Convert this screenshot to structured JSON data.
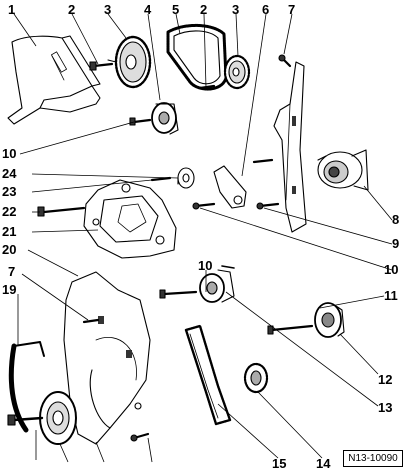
{
  "diagram": {
    "callouts": [
      {
        "id": "c1",
        "label": "1"
      },
      {
        "id": "c2a",
        "label": "2"
      },
      {
        "id": "c3a",
        "label": "3"
      },
      {
        "id": "c4",
        "label": "4"
      },
      {
        "id": "c5",
        "label": "5"
      },
      {
        "id": "c2b",
        "label": "2"
      },
      {
        "id": "c3b",
        "label": "3"
      },
      {
        "id": "c6",
        "label": "6"
      },
      {
        "id": "c7a",
        "label": "7"
      },
      {
        "id": "c10a",
        "label": "10"
      },
      {
        "id": "c24",
        "label": "24"
      },
      {
        "id": "c23",
        "label": "23"
      },
      {
        "id": "c22",
        "label": "22"
      },
      {
        "id": "c21",
        "label": "21"
      },
      {
        "id": "c20",
        "label": "20"
      },
      {
        "id": "c8",
        "label": "8"
      },
      {
        "id": "c9",
        "label": "9"
      },
      {
        "id": "c10b",
        "label": "10"
      },
      {
        "id": "c10c",
        "label": "10"
      },
      {
        "id": "c11",
        "label": "11"
      },
      {
        "id": "c7b",
        "label": "7"
      },
      {
        "id": "c19",
        "label": "19"
      },
      {
        "id": "c12",
        "label": "12"
      },
      {
        "id": "c13",
        "label": "13"
      },
      {
        "id": "c15",
        "label": "15"
      },
      {
        "id": "c14",
        "label": "14"
      }
    ],
    "figure_code": "N13-10090"
  }
}
